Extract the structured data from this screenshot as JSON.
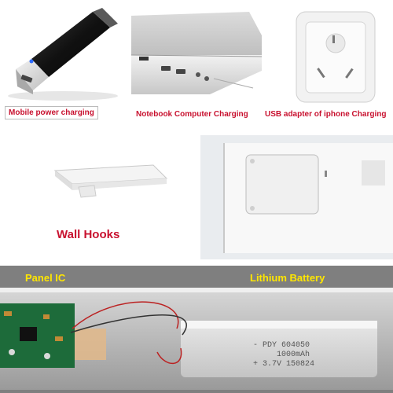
{
  "captions": {
    "mobile_power": "Mobile power charging",
    "notebook": "Notebook Computer  Charging",
    "usb_adapter": "USB adapter of iphone  Charging",
    "wall_hooks": "Wall Hooks",
    "panel_ic": "Panel IC",
    "lithium_battery": "Lithium Battery"
  },
  "battery_label": {
    "line1": "- PDY 604050",
    "line2": "1000mAh",
    "line3": "+ 3.7V 150824"
  },
  "colors": {
    "caption_red": "#c8102e",
    "label_yellow": "#ffe600"
  }
}
